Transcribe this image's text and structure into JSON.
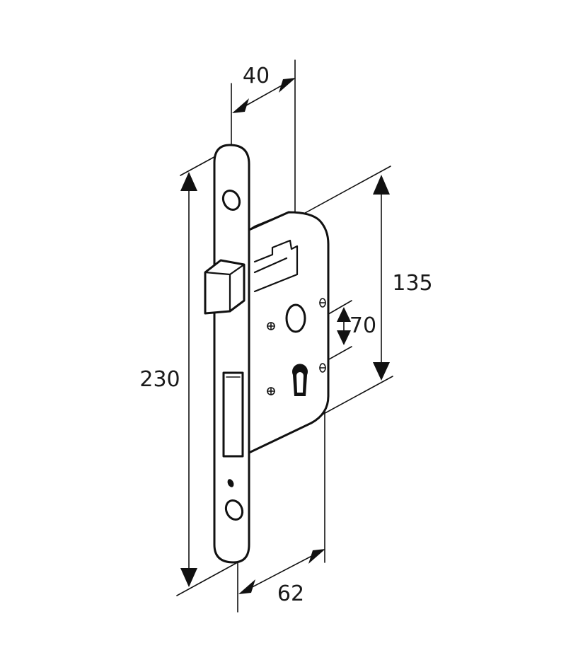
{
  "dimensions": {
    "width_top": "40",
    "height_case": "135",
    "spacing_center": "70",
    "height_total": "230",
    "backset": "62"
  }
}
